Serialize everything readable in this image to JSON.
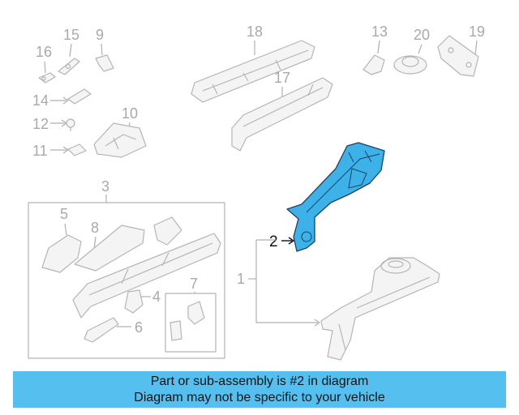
{
  "callouts": {
    "c1": "1",
    "c2": "2",
    "c3": "3",
    "c4": "4",
    "c5": "5",
    "c6": "6",
    "c7": "7",
    "c8": "8",
    "c9": "9",
    "c10": "10",
    "c11": "11",
    "c12": "12",
    "c13": "13",
    "c14": "14",
    "c15": "15",
    "c16": "16",
    "c17": "17",
    "c18": "18",
    "c19": "19",
    "c20": "20"
  },
  "highlight": {
    "part_number": "2",
    "color": "#3db2e8"
  },
  "banner": {
    "line1": "Part or sub-assembly is #2 in diagram",
    "line2": "Diagram may not be specific to your vehicle",
    "background": "#55bff0"
  }
}
